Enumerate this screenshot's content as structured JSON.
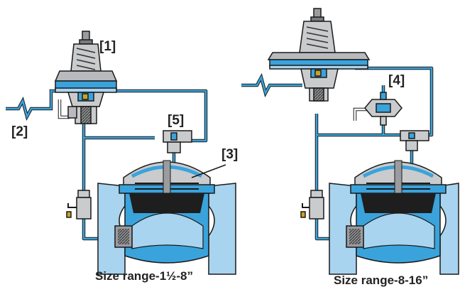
{
  "callouts": {
    "c1": "[1]",
    "c2": "[2]",
    "c3": "[3]",
    "c4": "[4]",
    "c5": "[5]"
  },
  "captions": {
    "left": "Size range-1½-8”",
    "right": "Size range-8-16”"
  },
  "colors": {
    "water_blue": "#3aa3db",
    "light_blue": "#a8d4ef",
    "metal_gray": "#c9cbcd",
    "dark_gray": "#5e6064",
    "diaphragm_black": "#1e1e1e",
    "brass": "#c9a227",
    "outline": "#1a1a1a"
  }
}
